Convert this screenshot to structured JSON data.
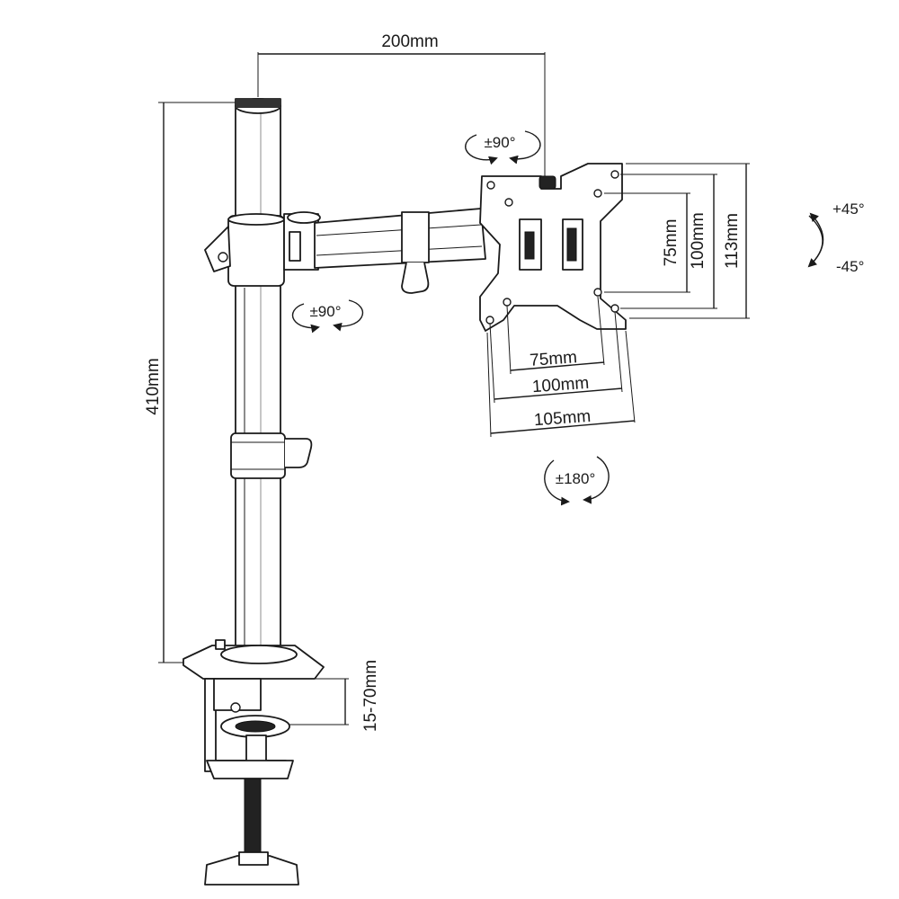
{
  "dimensions": {
    "arm_reach": "200mm",
    "pole_height": "410mm",
    "clamp_range": "15-70mm",
    "vesa_75": "75mm",
    "vesa_100": "100mm",
    "vesa_105": "105mm",
    "vesa_vertical_75": "75mm",
    "vesa_vertical_100": "100mm",
    "vesa_vertical_113": "113mm"
  },
  "rotations": {
    "arm_swivel": "±90°",
    "head_swivel": "±90°",
    "plate_rotate": "±180°",
    "tilt_up": "+45°",
    "tilt_down": "-45°"
  },
  "colors": {
    "line": "#1a1a1a",
    "fill": "#ffffff",
    "dark": "#222222"
  }
}
